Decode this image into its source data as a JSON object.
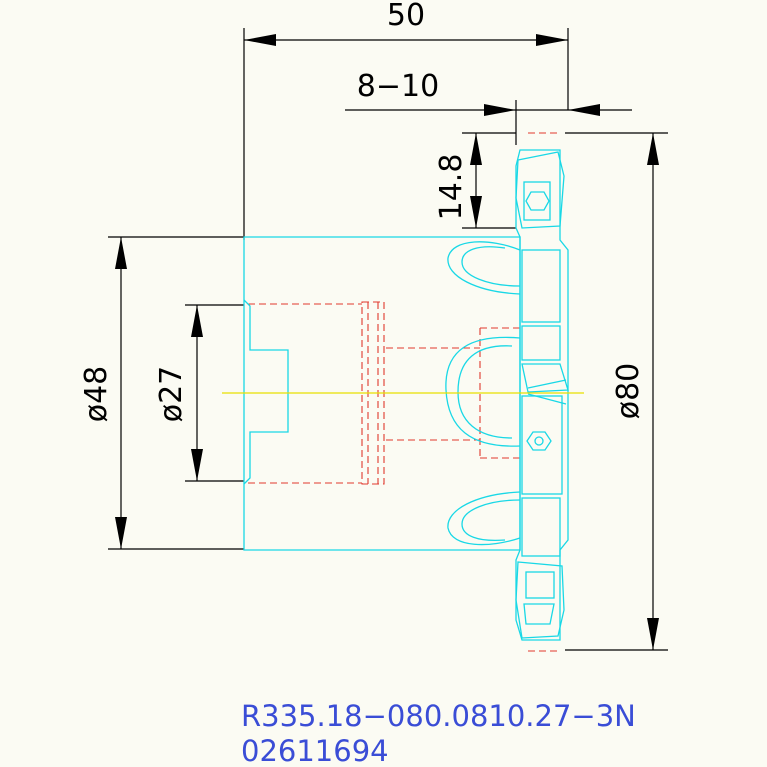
{
  "dimensions": {
    "length": "50",
    "insert_range": "8−10",
    "width": "14.8",
    "dia_shank": "ø48",
    "dia_bore": "ø27",
    "dia_cutter": "ø80"
  },
  "part": {
    "code": "R335.18−080.0810.27−3N",
    "number": "02611694"
  },
  "colors": {
    "outline": "#19d8e6",
    "hidden": "#e0392e",
    "centerline": "#e8e000",
    "dimension": "#000000",
    "label": "#3a4dd6"
  }
}
